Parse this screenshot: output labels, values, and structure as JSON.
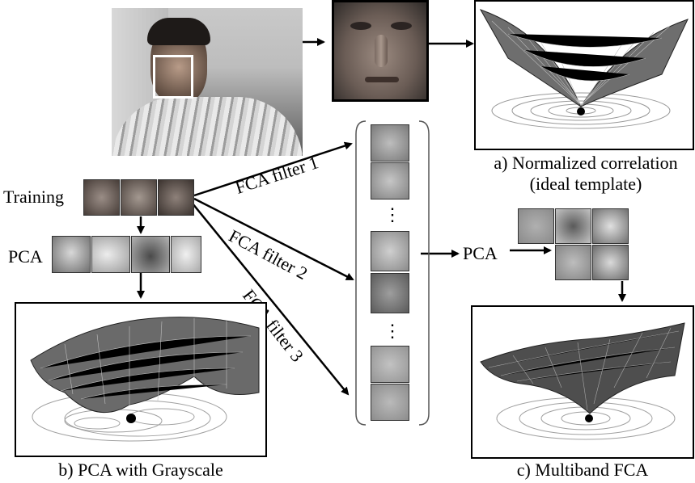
{
  "captions": {
    "a_line1": "a) Normalized correlation",
    "a_line2": "(ideal template)",
    "b": "b) PCA with Grayscale",
    "c": "c) Multiband FCA"
  },
  "labels": {
    "training": "Training",
    "pca_left": "PCA",
    "pca_right": "PCA",
    "filter1": "FCA filter 1",
    "filter2": "FCA filter 2",
    "filter3": "FCA filter 3",
    "ellipsis": "⋮"
  },
  "colors": {
    "photo_bg": "#3a3a3a",
    "face_tone": "#8a8a8a",
    "highlight_box": "#ffffff"
  }
}
